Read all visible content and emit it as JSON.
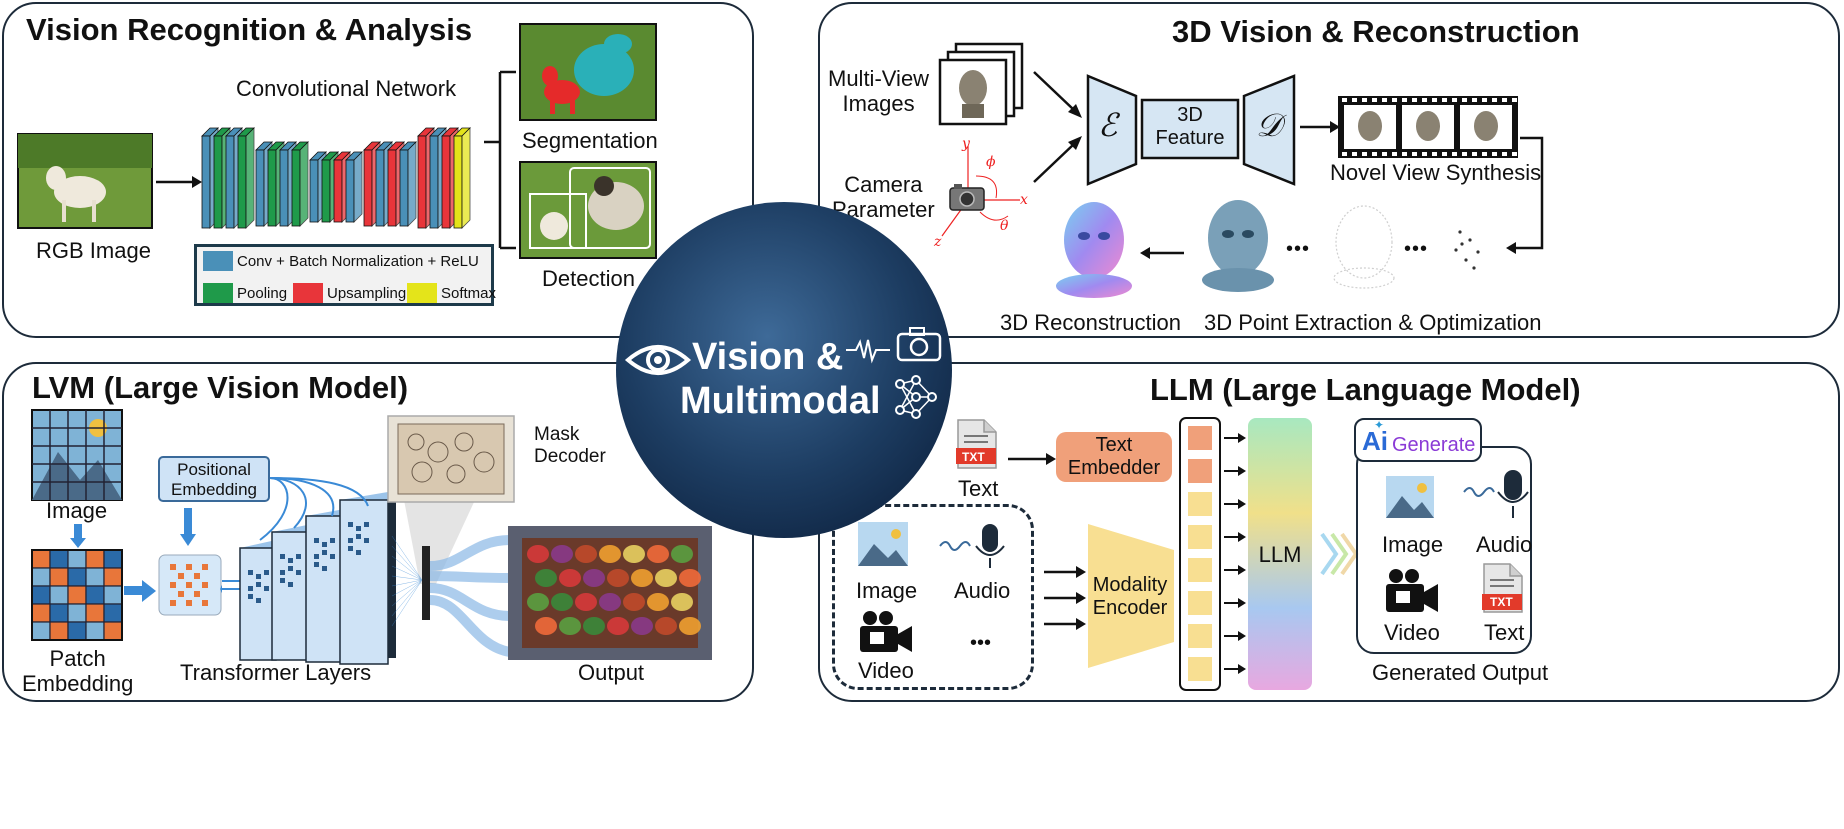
{
  "center": {
    "line1": "Vision &",
    "line2": "Multimodal"
  },
  "panel_tl": {
    "title": "Vision Recognition & Analysis",
    "network_label": "Convolutional Network",
    "input_label": "RGB Image",
    "seg_label": "Segmentation",
    "det_label": "Detection",
    "legend": [
      {
        "label": "Conv + Batch Normalization + ReLU",
        "color": "#4a90b8"
      },
      {
        "label": "Pooling",
        "color": "#1f9a4a"
      },
      {
        "label": "Upsampling",
        "color": "#e8353a"
      },
      {
        "label": "Softmax",
        "color": "#e4e41a"
      }
    ]
  },
  "panel_tr": {
    "title": "3D Vision & Reconstruction",
    "multiview_label_1": "Multi-View",
    "multiview_label_2": "Images",
    "camera_label_1": "Camera",
    "camera_label_2": "Parameter",
    "encoder_symbol": "ℰ",
    "decoder_symbol": "𝒟",
    "feature_line1": "3D",
    "feature_line2": "Feature",
    "nvs_label": "Novel View Synthesis",
    "recon_label": "3D Reconstruction",
    "point_label": "3D Point Extraction & Optimization",
    "axes": {
      "x": "x",
      "y": "y",
      "z": "z",
      "phi": "ϕ",
      "theta": "θ"
    },
    "dots": "•••"
  },
  "panel_bl": {
    "title": "LVM (Large Vision Model)",
    "image_label": "Image",
    "patch_label_1": "Patch",
    "patch_label_2": "Embedding",
    "pos_label_1": "Positional",
    "pos_label_2": "Embedding",
    "transformer_label": "Transformer Layers",
    "mask_label_1": "Mask",
    "mask_label_2": "Decoder",
    "output_label": "Output"
  },
  "panel_br": {
    "title": "LLM (Large Language Model)",
    "txt_badge": "TXT",
    "text_label": "Text",
    "embedder_line1": "Text",
    "embedder_line2": "Embedder",
    "image_label": "Image",
    "audio_label": "Audio",
    "video_label": "Video",
    "dots": "•••",
    "encoder_line1": "Modality",
    "encoder_line2": "Encoder",
    "llm_label": "LLM",
    "generate_ai": "Ai",
    "generate_word": "Generate",
    "gen_image": "Image",
    "gen_audio": "Audio",
    "gen_video": "Video",
    "gen_text": "Text",
    "gen_output_label": "Generated Output"
  }
}
